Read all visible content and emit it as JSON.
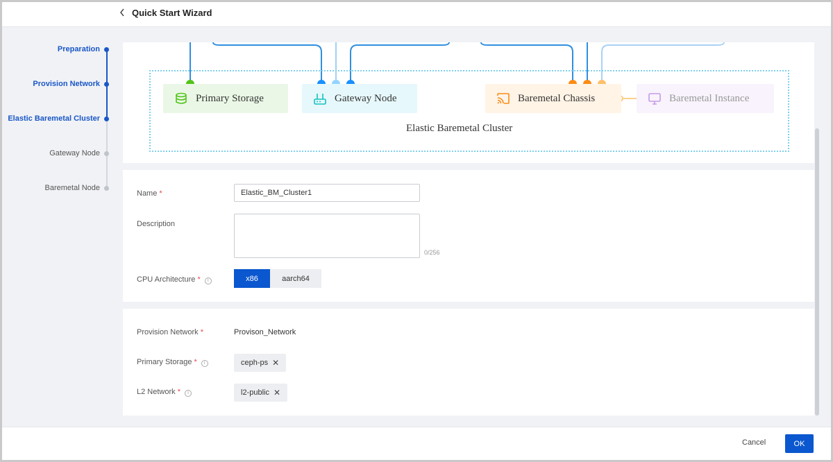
{
  "header": {
    "title": "Quick Start Wizard",
    "back_icon": "chevron-left-icon"
  },
  "steps": [
    {
      "label": "Preparation",
      "state": "active"
    },
    {
      "label": "Provision Network",
      "state": "active"
    },
    {
      "label": "Elastic Baremetal Cluster",
      "state": "active"
    },
    {
      "label": "Gateway Node",
      "state": "inactive"
    },
    {
      "label": "Baremetal Node",
      "state": "inactive"
    }
  ],
  "diagram": {
    "cluster_label": "Elastic Baremetal Cluster",
    "nodes": {
      "primary_storage": {
        "label": "Primary Storage",
        "icon": "database-icon",
        "color": "#52c41a"
      },
      "gateway_node": {
        "label": "Gateway Node",
        "icon": "router-icon",
        "color": "#13c2c2"
      },
      "baremetal_chassis": {
        "label": "Baremetal Chassis",
        "icon": "cast-icon",
        "color": "#fa8c16"
      },
      "baremetal_instance": {
        "label": "Baremetal Instance",
        "icon": "monitor-icon",
        "color": "#c79be6"
      }
    }
  },
  "form": {
    "name": {
      "label": "Name",
      "value": "Elastic_BM_Cluster1",
      "required": "*"
    },
    "description": {
      "label": "Description",
      "value": "",
      "count": "0/256"
    },
    "cpu_arch": {
      "label": "CPU Architecture",
      "required": "*",
      "options": [
        "x86",
        "aarch64"
      ],
      "selected": "x86"
    },
    "provision_network": {
      "label": "Provision Network",
      "required": "*",
      "value": "Provison_Network"
    },
    "primary_storage": {
      "label": "Primary Storage",
      "required": "*",
      "tag": "ceph-ps"
    },
    "l2_network": {
      "label": "L2 Network",
      "required": "*",
      "tag": "l2-public"
    }
  },
  "footer": {
    "cancel_label": "Cancel",
    "ok_label": "OK"
  },
  "colors": {
    "accent": "#0a57cf",
    "step_active": "#1a57c7",
    "required": "#e5484d"
  }
}
